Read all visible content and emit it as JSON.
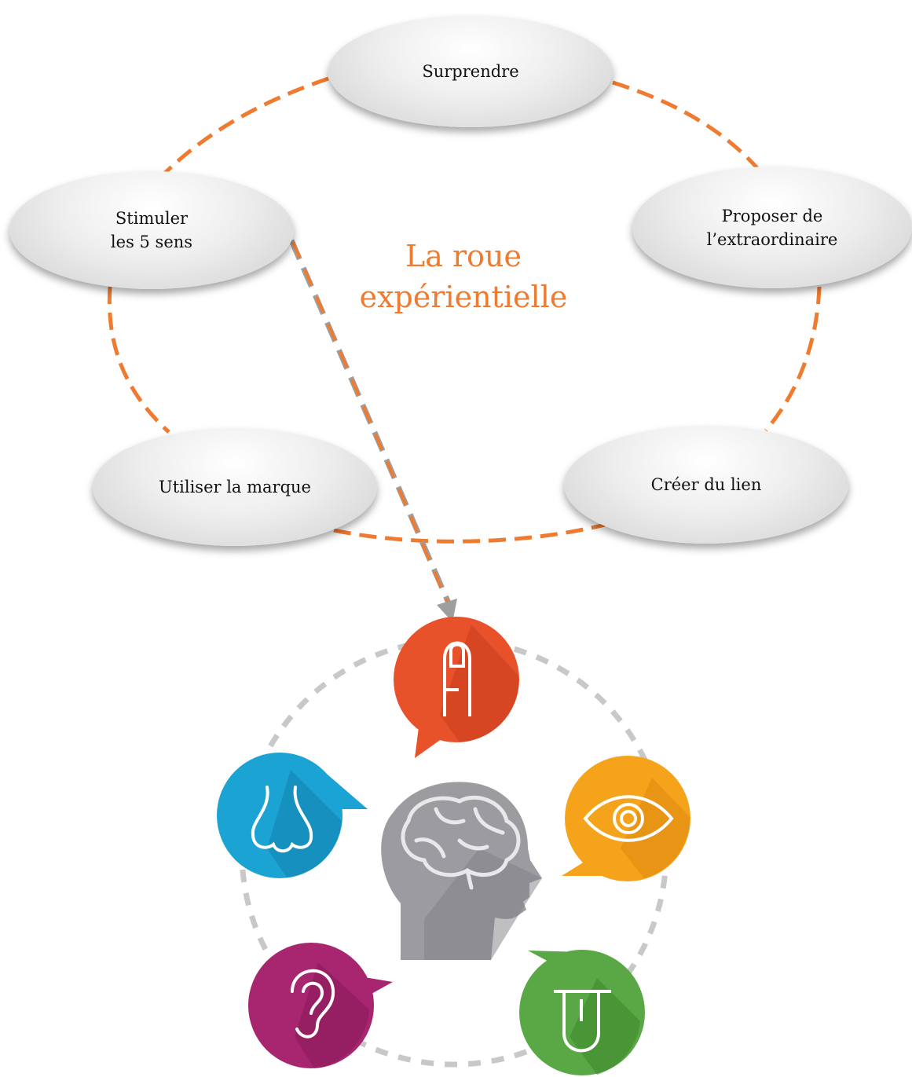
{
  "wheel": {
    "title": "La roue\nexpérientielle",
    "nodes": {
      "surprendre": "Surprendre",
      "stimuler": "Stimuler\nles 5 sens",
      "proposer": "Proposer de\nl’extraordinaire",
      "marque": "Utiliser la marque",
      "lien": "Créer du lien"
    },
    "dash_color": "#ee7b30",
    "arrow_color_gray": "#9e9e9e"
  },
  "senses": {
    "center_icon": "head-brain-icon",
    "items": [
      {
        "name": "touch",
        "icon": "finger-icon",
        "color": "#e8522a"
      },
      {
        "name": "sight",
        "icon": "eye-icon",
        "color": "#f5a31a"
      },
      {
        "name": "taste",
        "icon": "tongue-icon",
        "color": "#5aa845"
      },
      {
        "name": "hearing",
        "icon": "ear-icon",
        "color": "#a8266f"
      },
      {
        "name": "smell",
        "icon": "nose-icon",
        "color": "#1ba3d4"
      }
    ],
    "ring_color": "#c8c8c8"
  }
}
